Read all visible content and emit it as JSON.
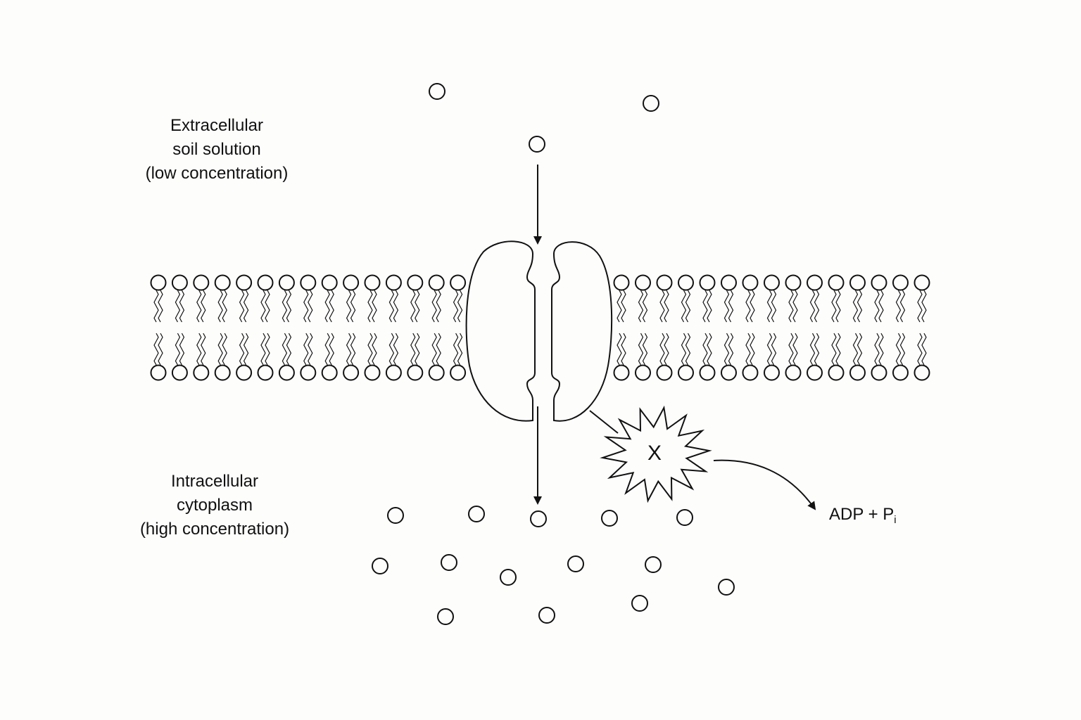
{
  "labels": {
    "extracellular": [
      "Extracellular",
      "soil solution",
      "(low concentration)"
    ],
    "intracellular": [
      "Intracellular",
      "cytoplasm",
      "(high concentration)"
    ],
    "energy_source": "X",
    "products_main": "ADP + P",
    "products_subscript": "i"
  },
  "colors": {
    "line": "#111111",
    "background": "#fdfdfc"
  }
}
